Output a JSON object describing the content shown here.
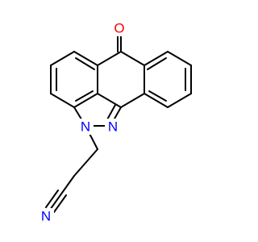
{
  "molecule": {
    "atoms": {
      "oxygen": {
        "label": "O",
        "color": "#ff0000"
      },
      "pyrazole_n1": {
        "label": "N",
        "color": "#0000ff"
      },
      "pyrazole_n2": {
        "label": "N",
        "color": "#0000ff"
      },
      "nitrile_n": {
        "label": "N",
        "color": "#0000ff"
      }
    },
    "bond_color": "#000000"
  }
}
